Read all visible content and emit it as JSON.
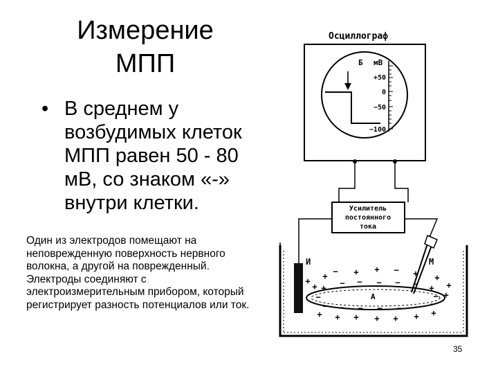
{
  "slide": {
    "title_line1": "Измерение",
    "title_line2": "МПП",
    "bullet_marker": "•",
    "bullet_text": "В среднем у возбудимых клеток МПП равен 50 - 80 мВ, со знаком «-» внутри клетки.",
    "caption": "Один из электродов помещают на неповрежденную поверхность нервного волокна, а другой на поврежденный. Электроды соединяют с электроизмерительным прибором, который регистрирует разность потенциалов или ток.",
    "page_number": "35"
  },
  "diagram": {
    "oscillograph_label": "Осциллограф",
    "scale_b": "Б",
    "scale_unit": "мВ",
    "ticks": [
      "+50",
      "0",
      "−50",
      "−100"
    ],
    "amplifier_line1": "Усилитель",
    "amplifier_line2": "постоянного",
    "amplifier_line3": "тока",
    "electrode_i": "И",
    "electrode_m": "М",
    "fiber_label": "А"
  }
}
